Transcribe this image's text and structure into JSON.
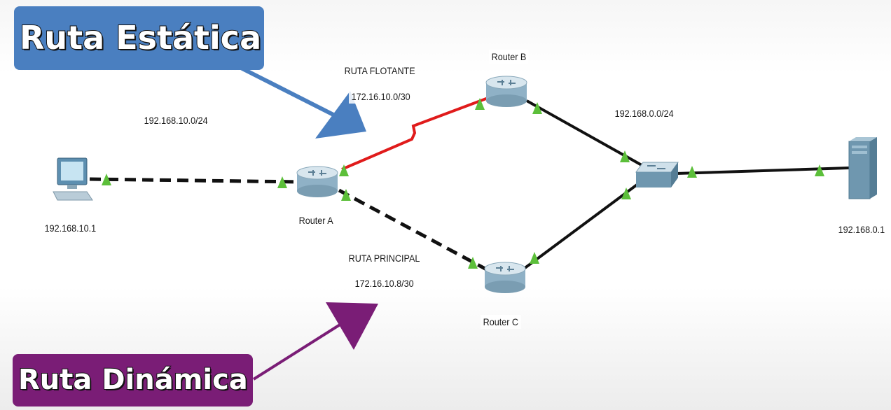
{
  "banners": {
    "static": "Ruta Estática",
    "dynamic": "Ruta Dinámica"
  },
  "labels": {
    "ruta_flotante": "RUTA FLOTANTE",
    "net_flotante": "172.16.10.0/30",
    "ruta_principal": "RUTA PRINCIPAL",
    "net_principal": "172.16.10.8/30",
    "lan_left": "192.168.10.0/24",
    "lan_right": "192.168.0.0/24",
    "pc_ip": "192.168.10.1",
    "server_ip": "192.168.0.1",
    "router_a": "Router A",
    "router_b": "Router B",
    "router_c": "Router C"
  },
  "colors": {
    "static_banner": "#4a7fc0",
    "dynamic_banner": "#7a1d76",
    "floating_link": "#e01b1b",
    "link": "#111111",
    "link_up_marker": "#5cbf3a"
  },
  "icons": [
    "pc-icon",
    "router-icon",
    "switch-icon",
    "server-icon"
  ]
}
